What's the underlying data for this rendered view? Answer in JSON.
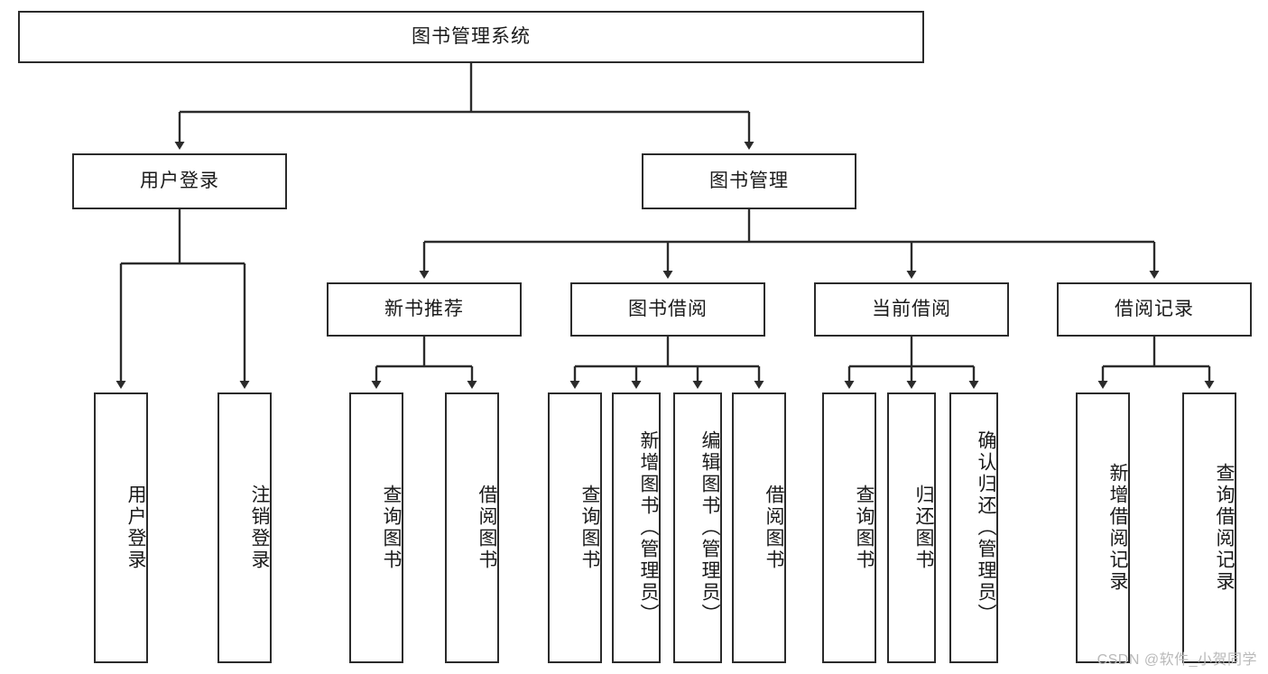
{
  "diagram": {
    "title": "图书管理系统",
    "type": "tree-hierarchy",
    "theme": {
      "background": "#ffffff",
      "node_border": "#2b2b2b",
      "node_fill": "#ffffff",
      "edge_color": "#2b2b2b",
      "text_color": "#1a1a1a",
      "watermark_color": "#b9b9b9"
    },
    "root": {
      "label": "图书管理系统"
    },
    "level2": [
      {
        "id": "user-login",
        "label": "用户登录"
      },
      {
        "id": "book-management",
        "label": "图书管理"
      }
    ],
    "level3": [
      {
        "id": "new-book-recommend",
        "label": "新书推荐"
      },
      {
        "id": "book-borrow",
        "label": "图书借阅"
      },
      {
        "id": "current-borrow",
        "label": "当前借阅"
      },
      {
        "id": "borrow-record",
        "label": "借阅记录"
      }
    ],
    "leaves": {
      "user_login": [
        {
          "id": "leaf-user-login",
          "label": "用户登录"
        },
        {
          "id": "leaf-logout-login",
          "label": "注销登录"
        }
      ],
      "new_book_recommend": [
        {
          "id": "leaf-query-book-1",
          "label": "查询图书"
        },
        {
          "id": "leaf-borrow-book-1",
          "label": "借阅图书"
        }
      ],
      "book_borrow": [
        {
          "id": "leaf-query-book-2",
          "label": "查询图书"
        },
        {
          "id": "leaf-add-book",
          "label": "新增图书（管理员）"
        },
        {
          "id": "leaf-edit-book",
          "label": "编辑图书（管理员）"
        },
        {
          "id": "leaf-borrow-book-2",
          "label": "借阅图书"
        }
      ],
      "current_borrow": [
        {
          "id": "leaf-query-book-3",
          "label": "查询图书"
        },
        {
          "id": "leaf-return-book",
          "label": "归还图书"
        },
        {
          "id": "leaf-confirm-return",
          "label": "确认归还（管理员）"
        }
      ],
      "borrow_record": [
        {
          "id": "leaf-add-record",
          "label": "新增借阅记录"
        },
        {
          "id": "leaf-query-record",
          "label": "查询借阅记录"
        }
      ]
    },
    "watermark": "CSDN @软件_小贺同学"
  }
}
